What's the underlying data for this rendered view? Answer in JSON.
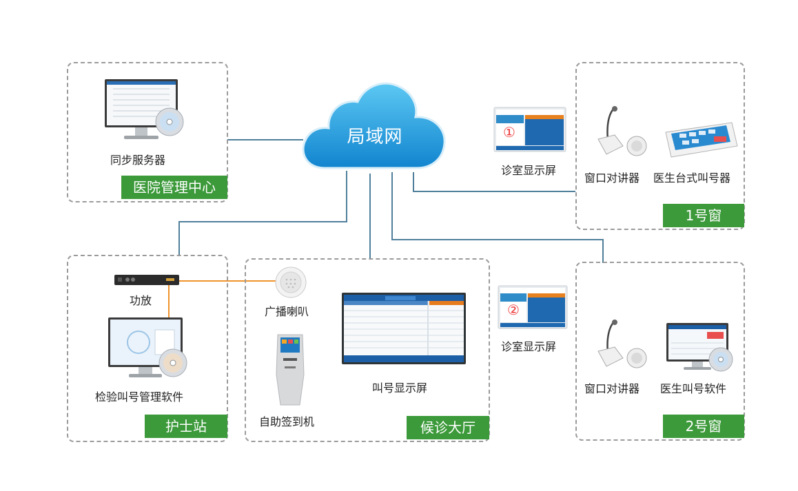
{
  "network": {
    "label": "局域网"
  },
  "panels": {
    "hospital": {
      "tag": "医院管理中心",
      "devices": {
        "server": "同步服务器"
      }
    },
    "nurse": {
      "tag": "护士站",
      "devices": {
        "amp": "功放",
        "software": "检验叫号管理软件"
      }
    },
    "hall": {
      "tag": "候诊大厅",
      "devices": {
        "speaker": "广播喇叭",
        "kiosk": "自助签到机",
        "display": "叫号显示屏"
      }
    },
    "window1": {
      "tag": "1号窗",
      "devices": {
        "room_display": "诊室显示屏",
        "intercom": "窗口对讲器",
        "caller": "医生台式叫号器"
      },
      "room_number": "①"
    },
    "window2": {
      "tag": "2号窗",
      "devices": {
        "room_display": "诊室显示屏",
        "intercom": "窗口对讲器",
        "software": "医生叫号软件"
      },
      "room_number": "②"
    }
  },
  "colors": {
    "tag": "#3c9a3a",
    "wire": "#4f7f9a",
    "audio_wire": "#f0922b",
    "cloud": "#1ba3e3",
    "dashed": "#9a9a9a"
  }
}
